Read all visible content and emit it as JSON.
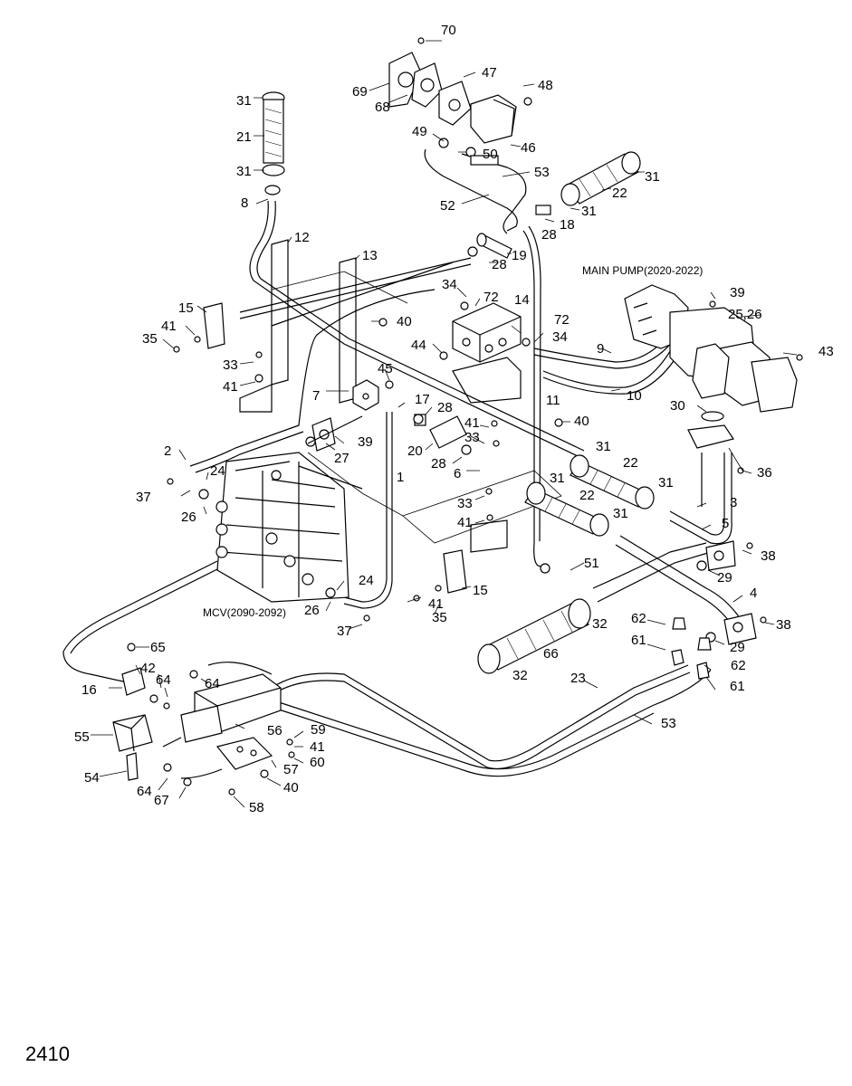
{
  "assembly_labels": {
    "main_pump": "MAIN PUMP(2020-2022)",
    "mcv": "MCV(2090-2092)"
  },
  "page_number": "2410",
  "callouts": [
    "70",
    "69",
    "68",
    "47",
    "48",
    "49",
    "50",
    "46",
    "53",
    "52",
    "31",
    "22",
    "18",
    "21",
    "8",
    "12",
    "13",
    "28",
    "19",
    "15",
    "34",
    "72",
    "14",
    "41",
    "35",
    "40",
    "44",
    "33",
    "45",
    "7",
    "17",
    "11",
    "9",
    "10",
    "39",
    "25,26",
    "43",
    "30",
    "2",
    "27",
    "20",
    "6",
    "24",
    "37",
    "26",
    "36",
    "1",
    "3",
    "5",
    "38",
    "29",
    "4",
    "51",
    "62",
    "61",
    "16",
    "65",
    "42",
    "64",
    "55",
    "54",
    "56",
    "59",
    "60",
    "57",
    "67",
    "58",
    "66",
    "23",
    "32"
  ]
}
